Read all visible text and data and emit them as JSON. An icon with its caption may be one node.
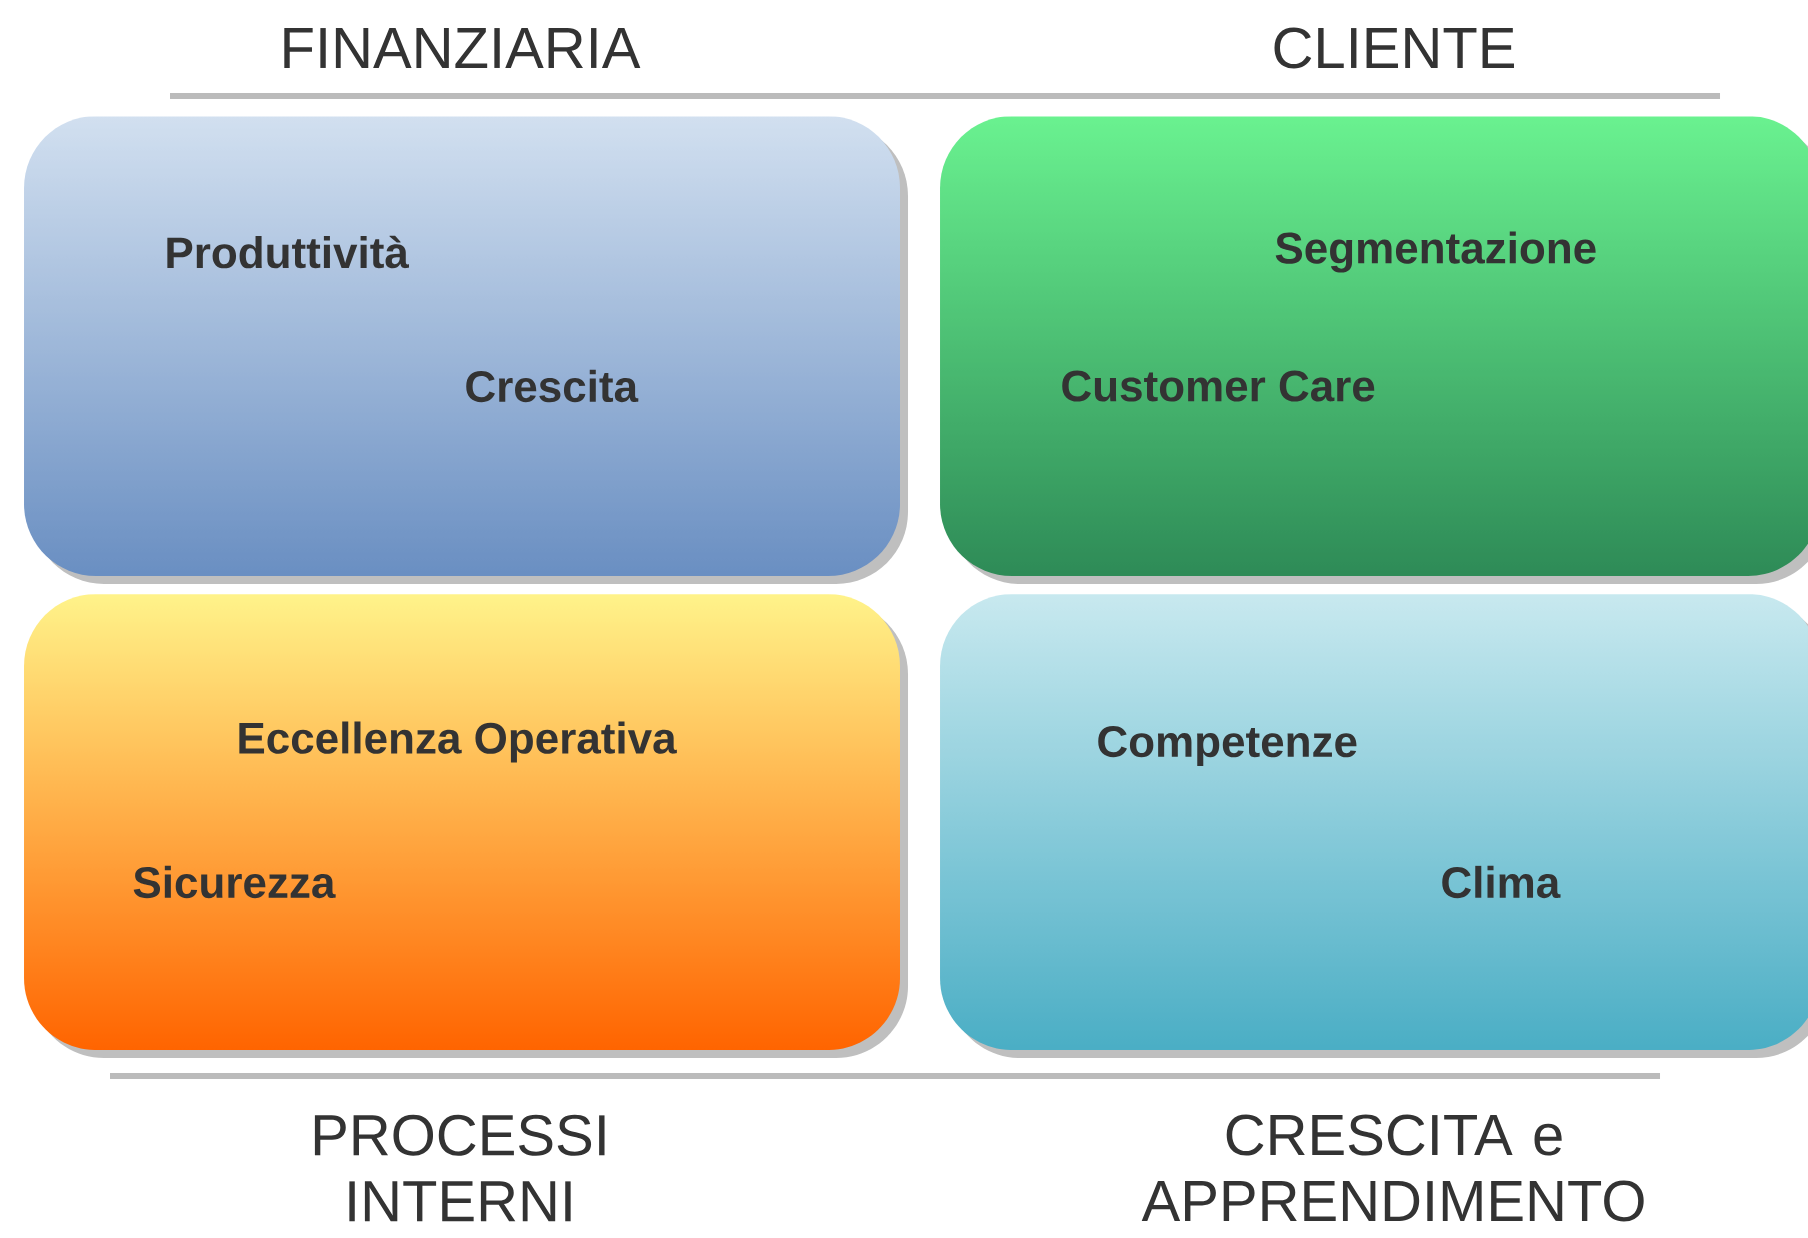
{
  "diagram": {
    "nodes": [
      {
        "text": [
          "FINANZIARIA",
          "Produttività",
          "Crescita"
        ]
      },
      {
        "text": [
          "CLIENTE",
          "Segmentazione",
          "Customer Care"
        ]
      },
      {
        "text": [
          "Eccellenza Operativa",
          "Sicurezza",
          "PROCESSI INTERNI"
        ]
      },
      {
        "text": [
          "Competenze",
          "Clima",
          "CRESCITA e APPRENDIMENTO"
        ]
      }
    ]
  }
}
